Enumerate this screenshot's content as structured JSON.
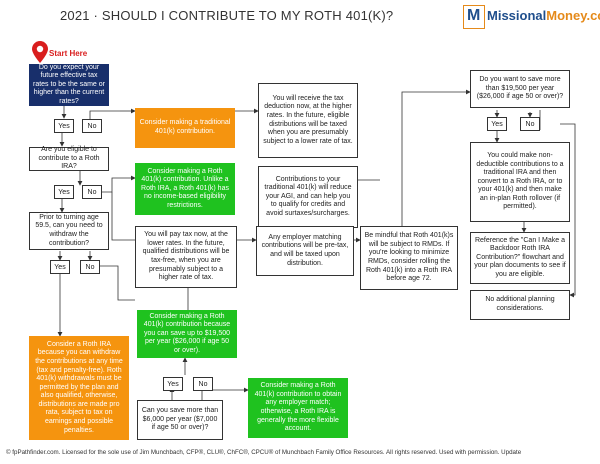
{
  "header": {
    "title": "2021 · SHOULD I CONTRIBUTE TO MY ROTH 401(K)?",
    "logo_text": "MissionalMoney.com",
    "logo_part1": "Missional",
    "logo_part2": "Money.com",
    "logo_letter": "M"
  },
  "start": {
    "label": "Start Here"
  },
  "buttons": {
    "yes": "Yes",
    "no": "No"
  },
  "boxes": {
    "q_tax_rates": "Do you expect your future effective tax rates to be the same or higher than the current rates?",
    "traditional_401k": "Consider making a traditional 401(k) contribution.",
    "deduction_now": "You will receive the tax deduction now, at the higher rates. In the future, eligible distributions will be taxed when you are presumably subject to a lower rate of tax.",
    "q_roth_ira": "Are you eligible to contribute to a Roth IRA?",
    "roth_401k_green": "Consider making a Roth 401(k) contribution. Unlike a Roth IRA, a Roth 401(k) has no income-based eligibility restrictions.",
    "reduce_agi": "Contributions to your traditional 401(k) will reduce your AGI, and can help you to qualify for credits and avoid surtaxes/surcharges.",
    "q_age_59": "Prior to turning age 59.5, can you need to withdraw the contribution?",
    "pay_tax_now": "You will pay tax now, at the lower rates. In the future, qualified distributions will be tax-free, when you are presumably subject to a higher rate of tax.",
    "employer_match": "Any employer matching contributions will be pre-tax, and will be taxed upon distribution.",
    "rmds": "Be mindful that Roth 401(k)s will be subject to RMDs. If you're looking to minimize RMDs, consider rolling the Roth 401(k) into a Roth IRA before age 72.",
    "q_save_19500": "Do you want to save more than $19,500 per year ($26,000 if age 50 or over)?",
    "non_deductible": "You could make non-deductible contributions to a traditional IRA and then convert to a Roth IRA, or to your 401(k) and then make an in-plan Roth rollover (if permitted).",
    "backdoor_ref": "Reference the \"Can I Make a Backdoor Roth IRA Contribution?\" flowchart and your plan documents to see if you are eligible.",
    "no_additional": "No additional planning considerations.",
    "roth_401k_save": "Consider making a Roth 401(k) contribution because you can save up to $19,500 per year ($26,000 if age 50 or over).",
    "roth_ira_orange": "Consider a Roth IRA because you can withdraw the contributions at any time (tax and penalty-free). Roth 401(k) withdrawals must be permitted by the plan and also qualified, otherwise, distributions are made pro rata, subject to tax on earnings and possible penalties.",
    "q_save_6000": "Can you save more than $6,000 per year ($7,000 if age 50 or over)?",
    "roth_401k_match": "Consider making a Roth 401(k) contribution to obtain any employer match; otherwise, a Roth IRA is generally the more flexible account."
  },
  "footer": "© fpPathfinder.com. Licensed for the sole use of Jim Munchbach, CFP®, CLU®, ChFC®, CPCU® of Munchbach Family Office Resources. All rights reserved. Used with permission. Update",
  "colors": {
    "navy": "#182f6b",
    "orange": "#f5940f",
    "green": "#1fc21f",
    "start_red": "#d91e1e",
    "logo_blue": "#1f4e8c"
  }
}
